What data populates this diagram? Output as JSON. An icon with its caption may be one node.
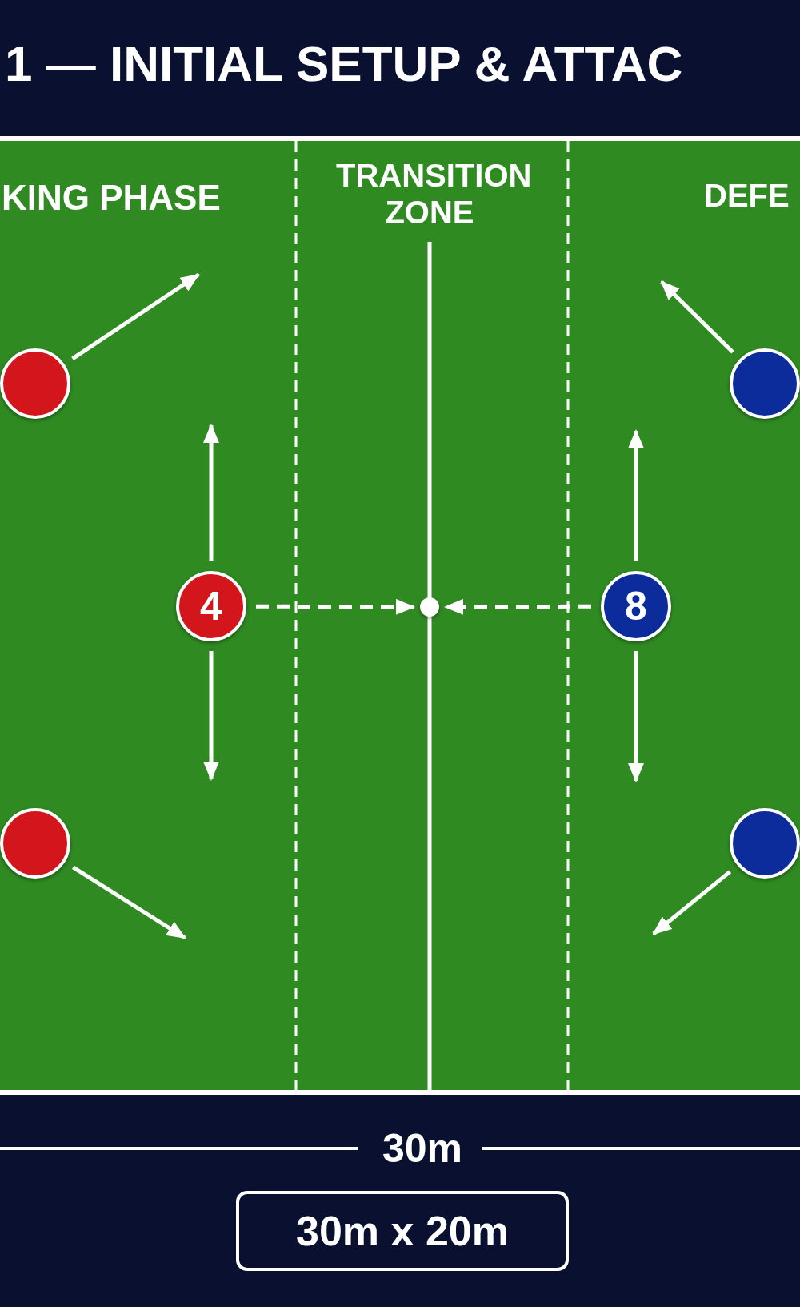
{
  "diagram": {
    "title": "1 — INITIAL SETUP & ATTAC",
    "nodes": [
      {
        "text": [],
        "shape": "circle"
      },
      {
        "text": [],
        "shape": "circle"
      },
      {
        "text": [
          "4"
        ]
      },
      {
        "text": [],
        "shape": "circle"
      },
      {
        "text": [
          "8"
        ]
      },
      {
        "text": [],
        "shape": "circle"
      },
      {
        "text": [],
        "shape": "circle"
      },
      {
        "text": [
          "30m x 20m"
        ]
      }
    ],
    "edges": [
      {
        "from": 0,
        "to": null,
        "arrow": "to"
      },
      {
        "from": 1,
        "to": null,
        "arrow": "to"
      },
      {
        "from": 2,
        "to": null,
        "arrow": "to"
      },
      {
        "from": 2,
        "to": null,
        "arrow": "to"
      },
      {
        "from": 2,
        "to": 3,
        "arrow": "to",
        "style": "dashed"
      },
      {
        "from": 4,
        "to": 3,
        "arrow": "to",
        "style": "dashed"
      },
      {
        "from": 4,
        "to": null,
        "arrow": "to"
      },
      {
        "from": 4,
        "to": null,
        "arrow": "to"
      },
      {
        "from": 5,
        "to": null,
        "arrow": "to"
      },
      {
        "from": 6,
        "to": null,
        "arrow": "to"
      }
    ],
    "labels": [
      "KING PHASE",
      "TRANSITION ZONE",
      "DEFE",
      "30m"
    ]
  }
}
